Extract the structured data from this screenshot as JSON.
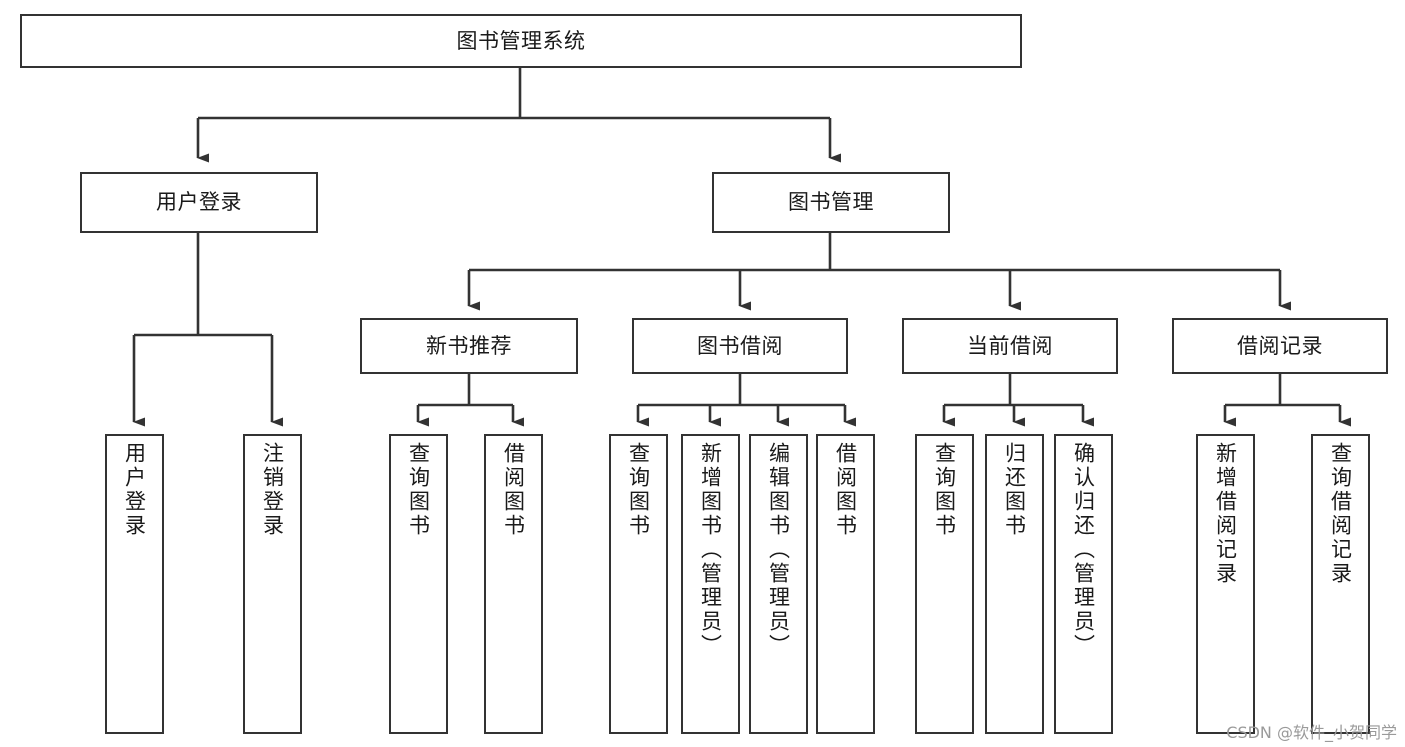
{
  "diagram": {
    "type": "tree-hierarchy-chart",
    "title": "图书管理系统",
    "line_color": "#333333",
    "box_fill": "#ffffff",
    "text_color": "#1a1a1a",
    "watermark": "CSDN @软件_小贺同学",
    "nodes": {
      "root": {
        "label": "图书管理系统"
      },
      "level2": [
        {
          "id": "user-login",
          "label": "用户登录"
        },
        {
          "id": "book-manage",
          "label": "图书管理"
        }
      ],
      "level3": [
        {
          "id": "new-book-recommend",
          "label": "新书推荐"
        },
        {
          "id": "book-borrow",
          "label": "图书借阅"
        },
        {
          "id": "current-borrow",
          "label": "当前借阅"
        },
        {
          "id": "borrow-record",
          "label": "借阅记录"
        }
      ],
      "leaves": {
        "user_login": [
          {
            "id": "leaf-user-login",
            "label": "用户登录"
          },
          {
            "id": "leaf-logout",
            "label": "注销登录"
          }
        ],
        "new_book_recommend": [
          {
            "id": "leaf-query-book-1",
            "label": "查询图书"
          },
          {
            "id": "leaf-borrow-book-1",
            "label": "借阅图书"
          }
        ],
        "book_borrow": [
          {
            "id": "leaf-query-book-2",
            "label": "查询图书"
          },
          {
            "id": "leaf-add-book",
            "label": "新增图书（管理员）"
          },
          {
            "id": "leaf-edit-book",
            "label": "编辑图书（管理员）"
          },
          {
            "id": "leaf-borrow-book-2",
            "label": "借阅图书"
          }
        ],
        "current_borrow": [
          {
            "id": "leaf-query-book-3",
            "label": "查询图书"
          },
          {
            "id": "leaf-return-book",
            "label": "归还图书"
          },
          {
            "id": "leaf-confirm-return",
            "label": "确认归还（管理员）"
          }
        ],
        "borrow_record": [
          {
            "id": "leaf-add-record",
            "label": "新增借阅记录"
          },
          {
            "id": "leaf-query-record",
            "label": "查询借阅记录"
          }
        ]
      }
    }
  }
}
